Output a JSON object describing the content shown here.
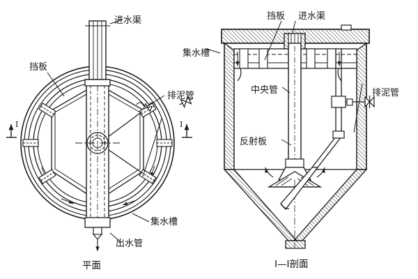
{
  "figure": {
    "title_plan": "平面",
    "title_section": "I—I剖面",
    "section_mark_left": "I",
    "section_mark_right": "I"
  },
  "plan_view": {
    "name": "平面",
    "labels": [
      {
        "id": "inlet-channel",
        "text": "进水渠"
      },
      {
        "id": "baffle",
        "text": "挡板"
      },
      {
        "id": "sludge-pipe",
        "text": "排泥管"
      },
      {
        "id": "collection-trough",
        "text": "集水槽"
      },
      {
        "id": "outlet-pipe",
        "text": "出水管"
      }
    ]
  },
  "section_view": {
    "name": "I—I剖面",
    "labels": [
      {
        "id": "collection-trough",
        "text": "集水槽"
      },
      {
        "id": "baffle",
        "text": "挡板"
      },
      {
        "id": "inlet-channel",
        "text": "进水渠"
      },
      {
        "id": "central-pipe",
        "text": "中央管"
      },
      {
        "id": "sludge-pipe",
        "text": "排泥管"
      },
      {
        "id": "reflector-plate",
        "text": "反射板"
      }
    ]
  },
  "colors": {
    "line": "#1a1a1a",
    "background": "#ffffff",
    "hatch": "#333333",
    "text": "#111111"
  }
}
